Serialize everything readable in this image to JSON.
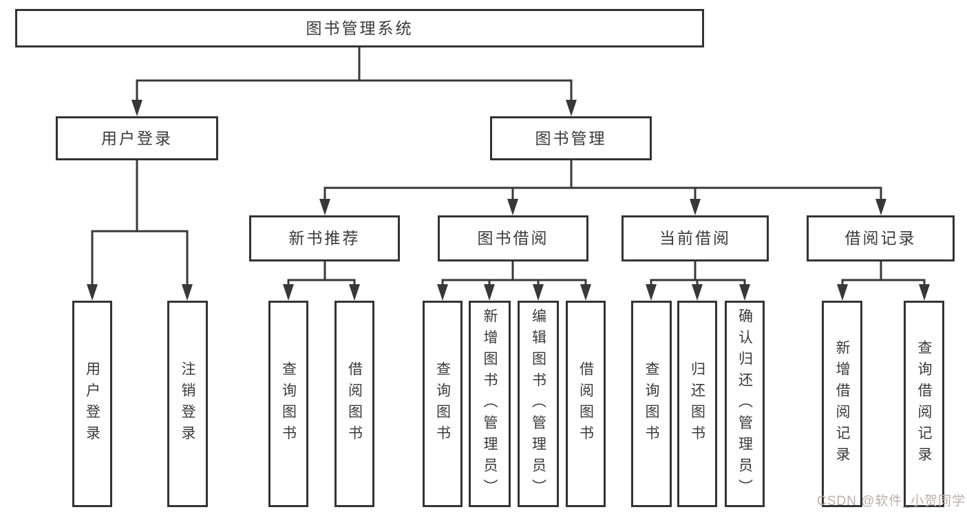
{
  "tree": {
    "label": "图书管理系统",
    "children": [
      {
        "label": "用户登录",
        "children": [
          {
            "label": "用户登录"
          },
          {
            "label": "注销登录"
          }
        ]
      },
      {
        "label": "图书管理",
        "children": [
          {
            "label": "新书推荐",
            "children": [
              {
                "label": "查询图书"
              },
              {
                "label": "借阅图书"
              }
            ]
          },
          {
            "label": "图书借阅",
            "children": [
              {
                "label": "查询图书"
              },
              {
                "label": "新增图书（管理员）"
              },
              {
                "label": "编辑图书（管理员）"
              },
              {
                "label": "借阅图书"
              }
            ]
          },
          {
            "label": "当前借阅",
            "children": [
              {
                "label": "查询图书"
              },
              {
                "label": "归还图书"
              },
              {
                "label": "确认归还（管理员）"
              }
            ]
          },
          {
            "label": "借阅记录",
            "children": [
              {
                "label": "新增借阅记录"
              },
              {
                "label": "查询借阅记录"
              }
            ]
          }
        ]
      }
    ]
  },
  "watermark": {
    "text": "CSDN @软件_小贺同学",
    "color": "#bfadad"
  },
  "colors": {
    "background": "#ffffff",
    "line": "#383838",
    "box_border": "#333333",
    "text": "#3a3a3a"
  }
}
